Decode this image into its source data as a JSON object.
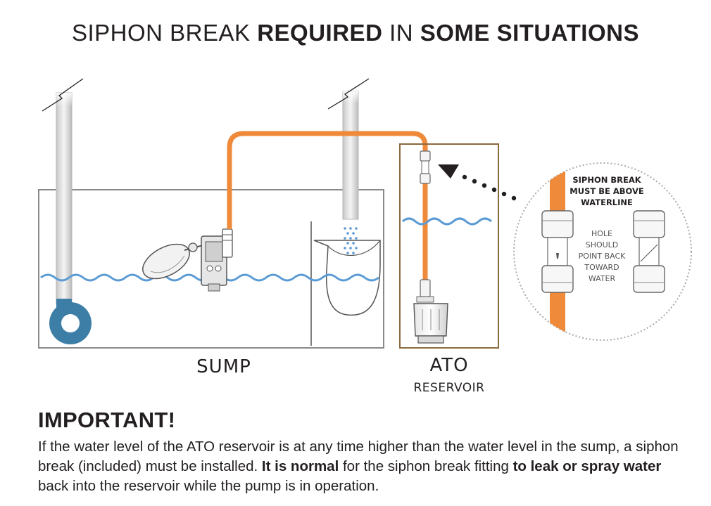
{
  "title": {
    "part1": "SIPHON BREAK ",
    "part2": "REQUIRED",
    "part3": " IN ",
    "part4": "SOME SITUATIONS"
  },
  "labels": {
    "sump": "SUMP",
    "ato": "ATO",
    "reservoir": "RESERVOIR"
  },
  "callout": {
    "line1": "SIPHON BREAK",
    "line2": "MUST BE ABOVE",
    "line3": "WATERLINE",
    "note1": "HOLE",
    "note2": "SHOULD",
    "note3": "POINT BACK",
    "note4": "TOWARD",
    "note5": "WATER"
  },
  "important": {
    "heading": "IMPORTANT!",
    "text1": "If the water level of the ATO reservoir is at any time higher than the water level in the sump, a siphon break (included) must be installed. ",
    "bold1": "It is normal",
    "text2": " for the siphon break fitting ",
    "bold2": "to leak or spray water",
    "text3": " back into the reservoir while the pump is in operation."
  },
  "colors": {
    "tube": "#f08a3b",
    "water": "#5b9bd5",
    "pump": "#3d7ea6",
    "reservoir_border": "#8b6a3e",
    "sump_border": "#8a8a8a"
  }
}
